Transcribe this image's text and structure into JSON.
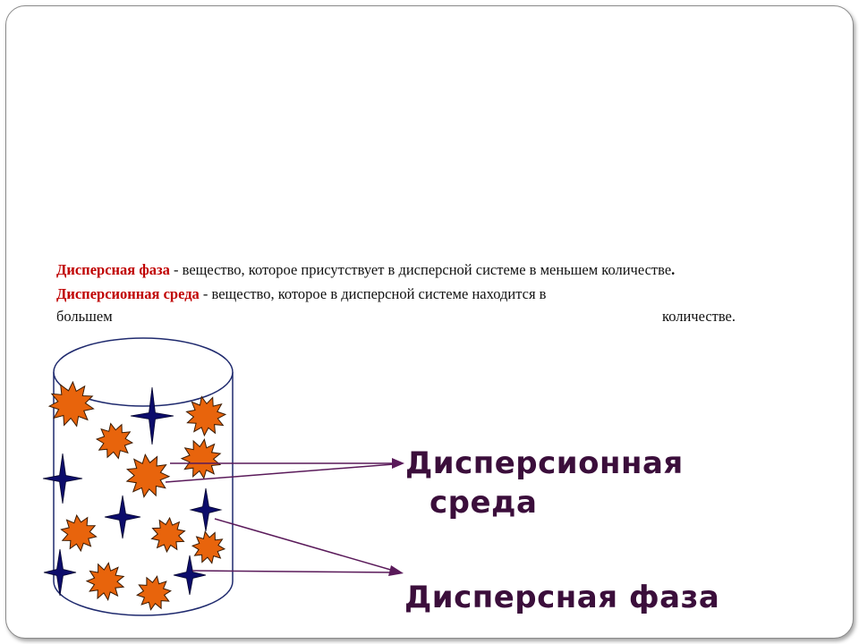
{
  "definitions": {
    "phase_term": "Дисперсная фаза",
    "phase_text": "- вещество, которое присутствует в дисперсной системе в меньшем количестве",
    "phase_end": ".",
    "medium_term": "Дисперсионная среда",
    "medium_text": "- вещество, которое в дисперсной системе находится в",
    "medium_tail_left": "большем",
    "medium_tail_right": "количестве."
  },
  "labels": {
    "medium_line1": "Дисперсионная",
    "medium_line2": "среда",
    "phase": "Дисперсная фаза"
  },
  "colors": {
    "term": "#c00000",
    "label": "#3b0e3b",
    "particle_fill": "#e8640c",
    "molecule_fill": "#0c0c6b",
    "arrow": "#5a1a5a",
    "cylinder": "#1f2a6e"
  }
}
